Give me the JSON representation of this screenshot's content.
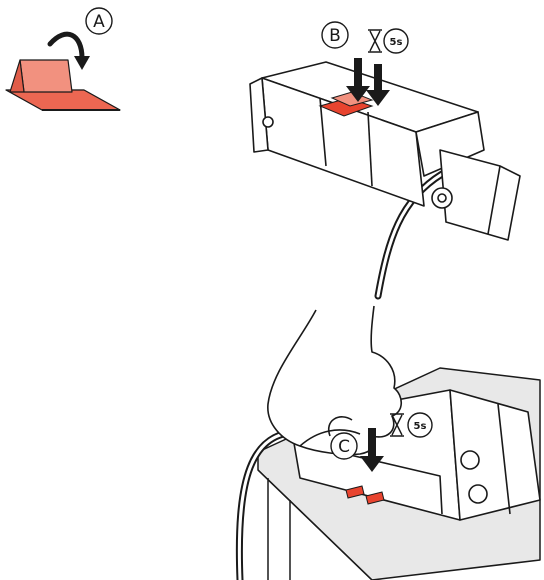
{
  "steps": [
    {
      "label": "A"
    },
    {
      "label": "B",
      "timer": "5s"
    },
    {
      "label": "C",
      "timer": "5s"
    }
  ],
  "colors": {
    "line": "#1a1a1a",
    "adhesive": "#e8442f",
    "adhesive_light": "#f2917f",
    "table": "#e8e8e8",
    "body": "#ffffff"
  },
  "icons": [
    "curved-arrow-icon",
    "hourglass-icon",
    "press-arrow-icon"
  ]
}
